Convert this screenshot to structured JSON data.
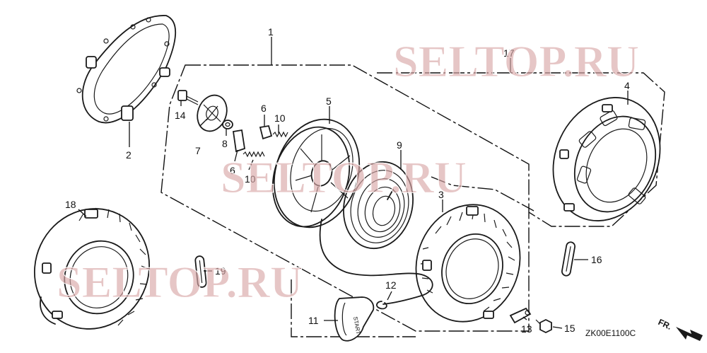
{
  "diagram": {
    "code": "ZK00E1100C",
    "direction_label": "FR.",
    "watermark": "SELTOP.RU",
    "handle_text": "START"
  },
  "callouts": {
    "c1": "1",
    "c2": "2",
    "c3": "3",
    "c4": "4",
    "c5": "5",
    "c6a": "6",
    "c6b": "6",
    "c7": "7",
    "c8": "8",
    "c9": "9",
    "c10a": "10",
    "c10b": "10",
    "c11": "11",
    "c12": "12",
    "c13": "13",
    "c14": "14",
    "c15": "15",
    "c16": "16",
    "c17": "17",
    "c18": "18",
    "c19": "19"
  }
}
